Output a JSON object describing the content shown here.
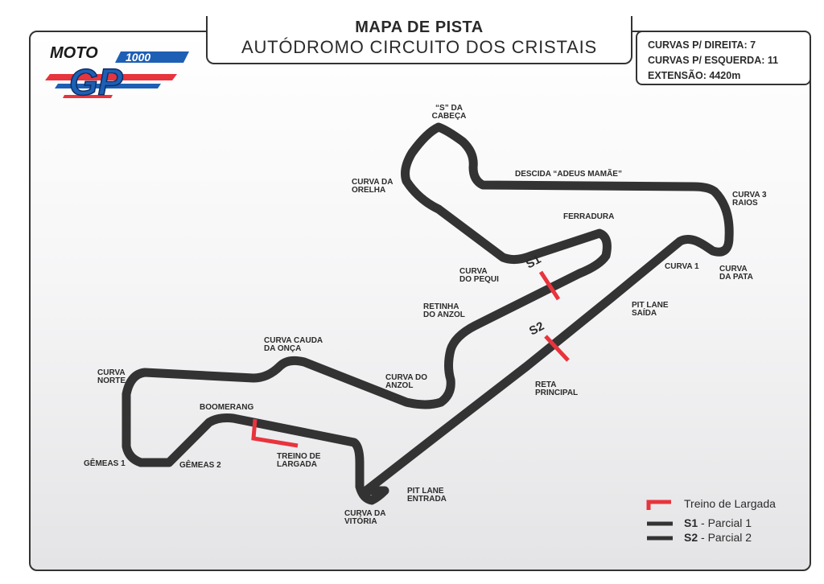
{
  "header": {
    "title_line1": "MAPA DE PISTA",
    "title_line2": "AUTÓDROMO CIRCUITO DOS CRISTAIS"
  },
  "logo": {
    "word_top": "MOTO",
    "word_number": "1000",
    "word_main": "GP"
  },
  "stats": {
    "right_turns": "CURVAS P/ DIREITA: 7",
    "left_turns": "CURVAS P/ ESQUERDA: 11",
    "length": "EXTENSÃO: 4420m"
  },
  "corners": {
    "s_da_cabeca": [
      "“S” DA",
      "CABEÇA"
    ],
    "descida_adeus_mamae": [
      "DESCIDA “ADEUS MAMÃE”"
    ],
    "curva_da_orelha": [
      "CURVA DA",
      "ORELHA"
    ],
    "curva_3_raios": [
      "CURVA 3",
      "RAIOS"
    ],
    "ferradura": [
      "FERRADURA"
    ],
    "curva_do_pequi": [
      "CURVA",
      "DO PEQUI"
    ],
    "curva_1": [
      "CURVA 1"
    ],
    "curva_da_pata": [
      "CURVA",
      "DA PATA"
    ],
    "retinha_do_anzol": [
      "RETINHA",
      "DO ANZOL"
    ],
    "pit_lane_saida": [
      "PIT LANE",
      "SAÍDA"
    ],
    "curva_cauda_da_onca": [
      "CURVA CAUDA",
      "DA ONÇA"
    ],
    "curva_norte": [
      "CURVA",
      "NORTE"
    ],
    "curva_do_anzol": [
      "CURVA DO",
      "ANZOL"
    ],
    "reta_principal": [
      "RETA",
      "PRINCIPAL"
    ],
    "boomerang": [
      "BOOMERANG"
    ],
    "treino_de_largada": [
      "TREINO DE",
      "LARGADA"
    ],
    "gemeas_1": [
      "GÊMEAS 1"
    ],
    "gemeas_2": [
      "GÊMEAS 2"
    ],
    "pit_lane_entrada": [
      "PIT LANE",
      "ENTRADA"
    ],
    "curva_da_vitoria": [
      "CURVA DA",
      "VITÓRIA"
    ]
  },
  "sectors": {
    "s1": "S1",
    "s2": "S2"
  },
  "legend": {
    "start_practice": "Treino de Largada",
    "s1_code": "S1",
    "s1_text": " - Parcial 1",
    "s2_code": "S2",
    "s2_text": " - Parcial 2"
  },
  "colors": {
    "track": "#333333",
    "marker": "#e8343d",
    "logo_blue": "#1d5fb4",
    "logo_red": "#e8343d"
  }
}
